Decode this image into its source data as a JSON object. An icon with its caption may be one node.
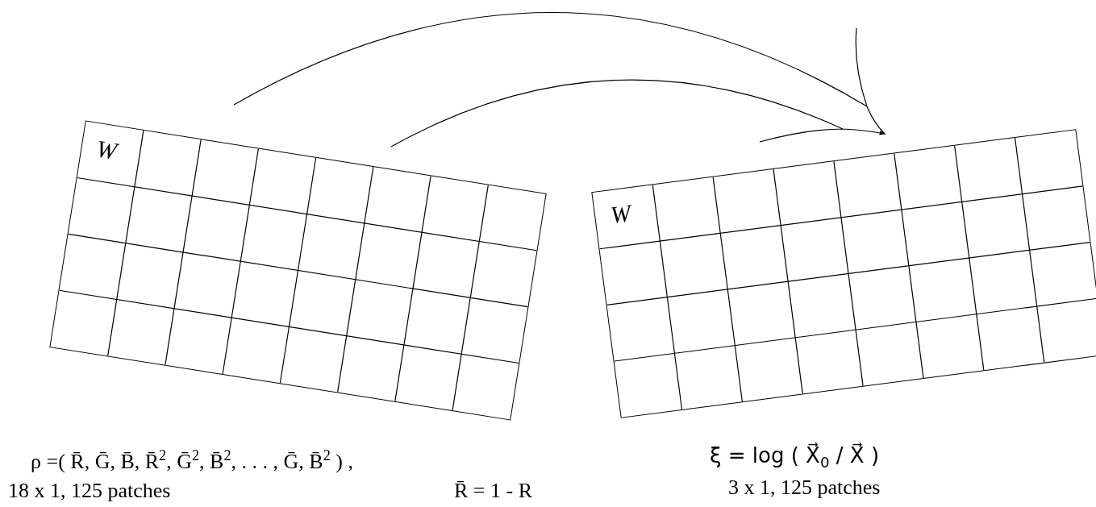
{
  "diagram": {
    "nodes": [
      {
        "text": [
          "W"
        ]
      },
      {
        "text": [
          "W"
        ]
      }
    ],
    "edges": [
      {
        "from": 0,
        "to": 1,
        "arrow": "to"
      }
    ],
    "labels": [
      "ρ =( R̄, Ḡ, B̄, R̄$^{2}$, Ḡ$^{2}$, B̄$^{2}$, . . . , Ḡ, B̄$^{2}$ ) ,",
      "ξ = log ( X⃗$_{0}$ / X⃗ )",
      "18 x 1, 125 patches",
      "R̄ = 1 - R",
      "3 x 1, 125 patches"
    ]
  }
}
